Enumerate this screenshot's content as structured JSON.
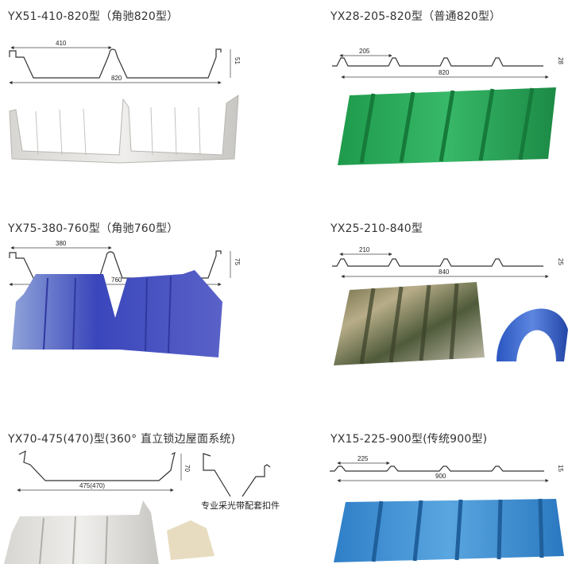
{
  "products": [
    {
      "title": "YX51-410-820型（角驰820型）",
      "pitch": "410",
      "height": "51",
      "width": "820",
      "color": "#e2e0dc"
    },
    {
      "title": "YX28-205-820型（普通820型）",
      "pitch": "205",
      "height": "28",
      "width": "820",
      "color": "#2aa35a"
    },
    {
      "title": "YX75-380-760型（角驰760型）",
      "pitch": "380",
      "height": "75",
      "width": "760",
      "color": "#4650c0"
    },
    {
      "title": "YX25-210-840型",
      "pitch": "210",
      "height": "25",
      "width": "840",
      "color": "#7a7a55"
    },
    {
      "title": "YX70-475(470)型(360°  直立锁边屋面系统)",
      "height": "70",
      "width": "475(470)",
      "accessory_caption": "专业采光带配套扣件",
      "color": "#e6e2da"
    },
    {
      "title": "YX15-225-900型(传统900型)",
      "pitch": "225",
      "height": "15",
      "width": "900",
      "color": "#3f8fd0"
    }
  ]
}
